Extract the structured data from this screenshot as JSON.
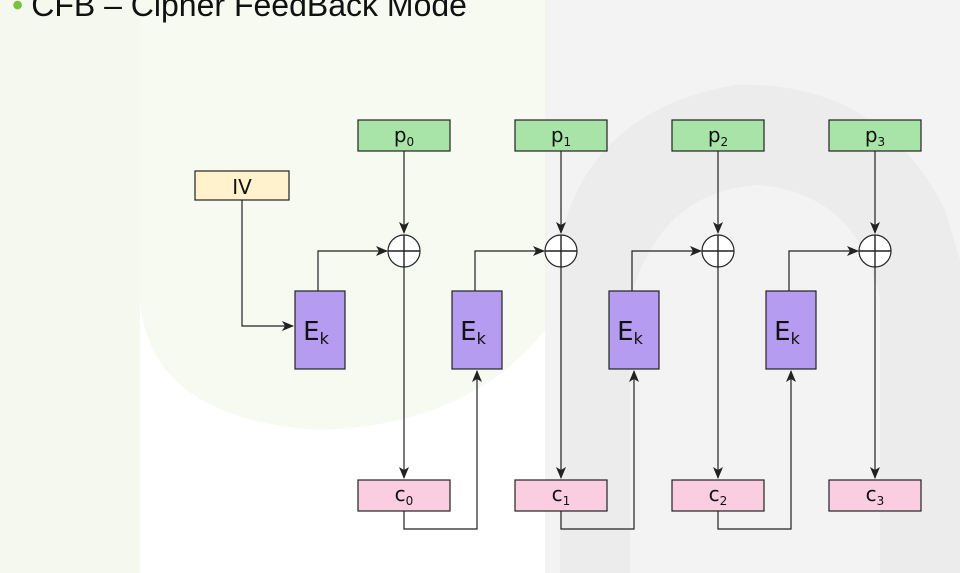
{
  "slide": {
    "bullet_text": "CFB – Cipher FeedBack Mode"
  },
  "diagram": {
    "iv_label": "IV",
    "plaintext_base": "p",
    "ciphertext_base": "c",
    "encrypt_base": "E",
    "encrypt_sub": "k",
    "blocks": [
      {
        "p_sub": "0",
        "c_sub": "0"
      },
      {
        "p_sub": "1",
        "c_sub": "1"
      },
      {
        "p_sub": "2",
        "c_sub": "2"
      },
      {
        "p_sub": "3",
        "c_sub": "3"
      }
    ],
    "colors": {
      "plaintext_fill": "#a8e4a8",
      "ciphertext_fill": "#fbcde0",
      "encrypt_fill": "#b69cf0",
      "iv_fill": "#fff2cc",
      "stroke": "#222222"
    }
  }
}
